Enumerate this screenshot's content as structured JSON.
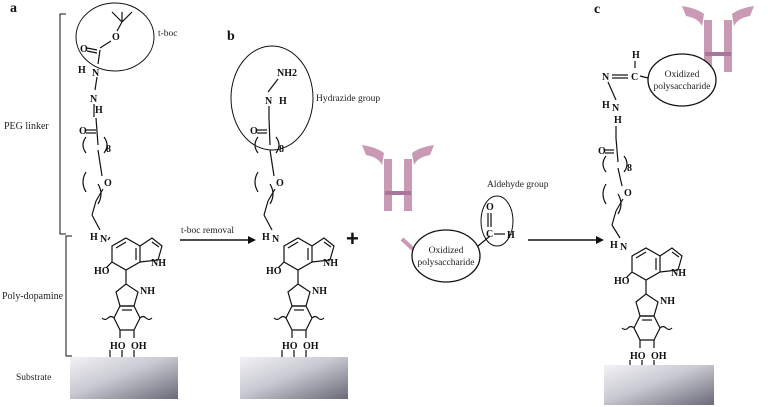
{
  "panels": {
    "a": "a",
    "b": "b",
    "c": "c"
  },
  "labels": {
    "tboc": "t-boc",
    "peg_linker": "PEG linker",
    "poly_dopamine": "Poly-dopamine",
    "substrate": "Substrate",
    "hydrazide_group": "Hydrazide group",
    "tboc_removal": "t-boc removal",
    "aldehyde_group": "Aldehyde group",
    "plus": "+",
    "oxidized_line1": "Oxidized",
    "oxidized_line2": "polysaccharide"
  },
  "atoms": {
    "O": "O",
    "N": "N",
    "H": "H",
    "NH": "NH",
    "NH2": "NH2",
    "HO": "HO",
    "OH": "OH",
    "C": "C",
    "eight": "8"
  },
  "colors": {
    "antibody": "#c99ab3",
    "antibody_dark": "#a8769a",
    "substrate_light": "#e8e8ee",
    "substrate_dark": "#6a6a78"
  }
}
